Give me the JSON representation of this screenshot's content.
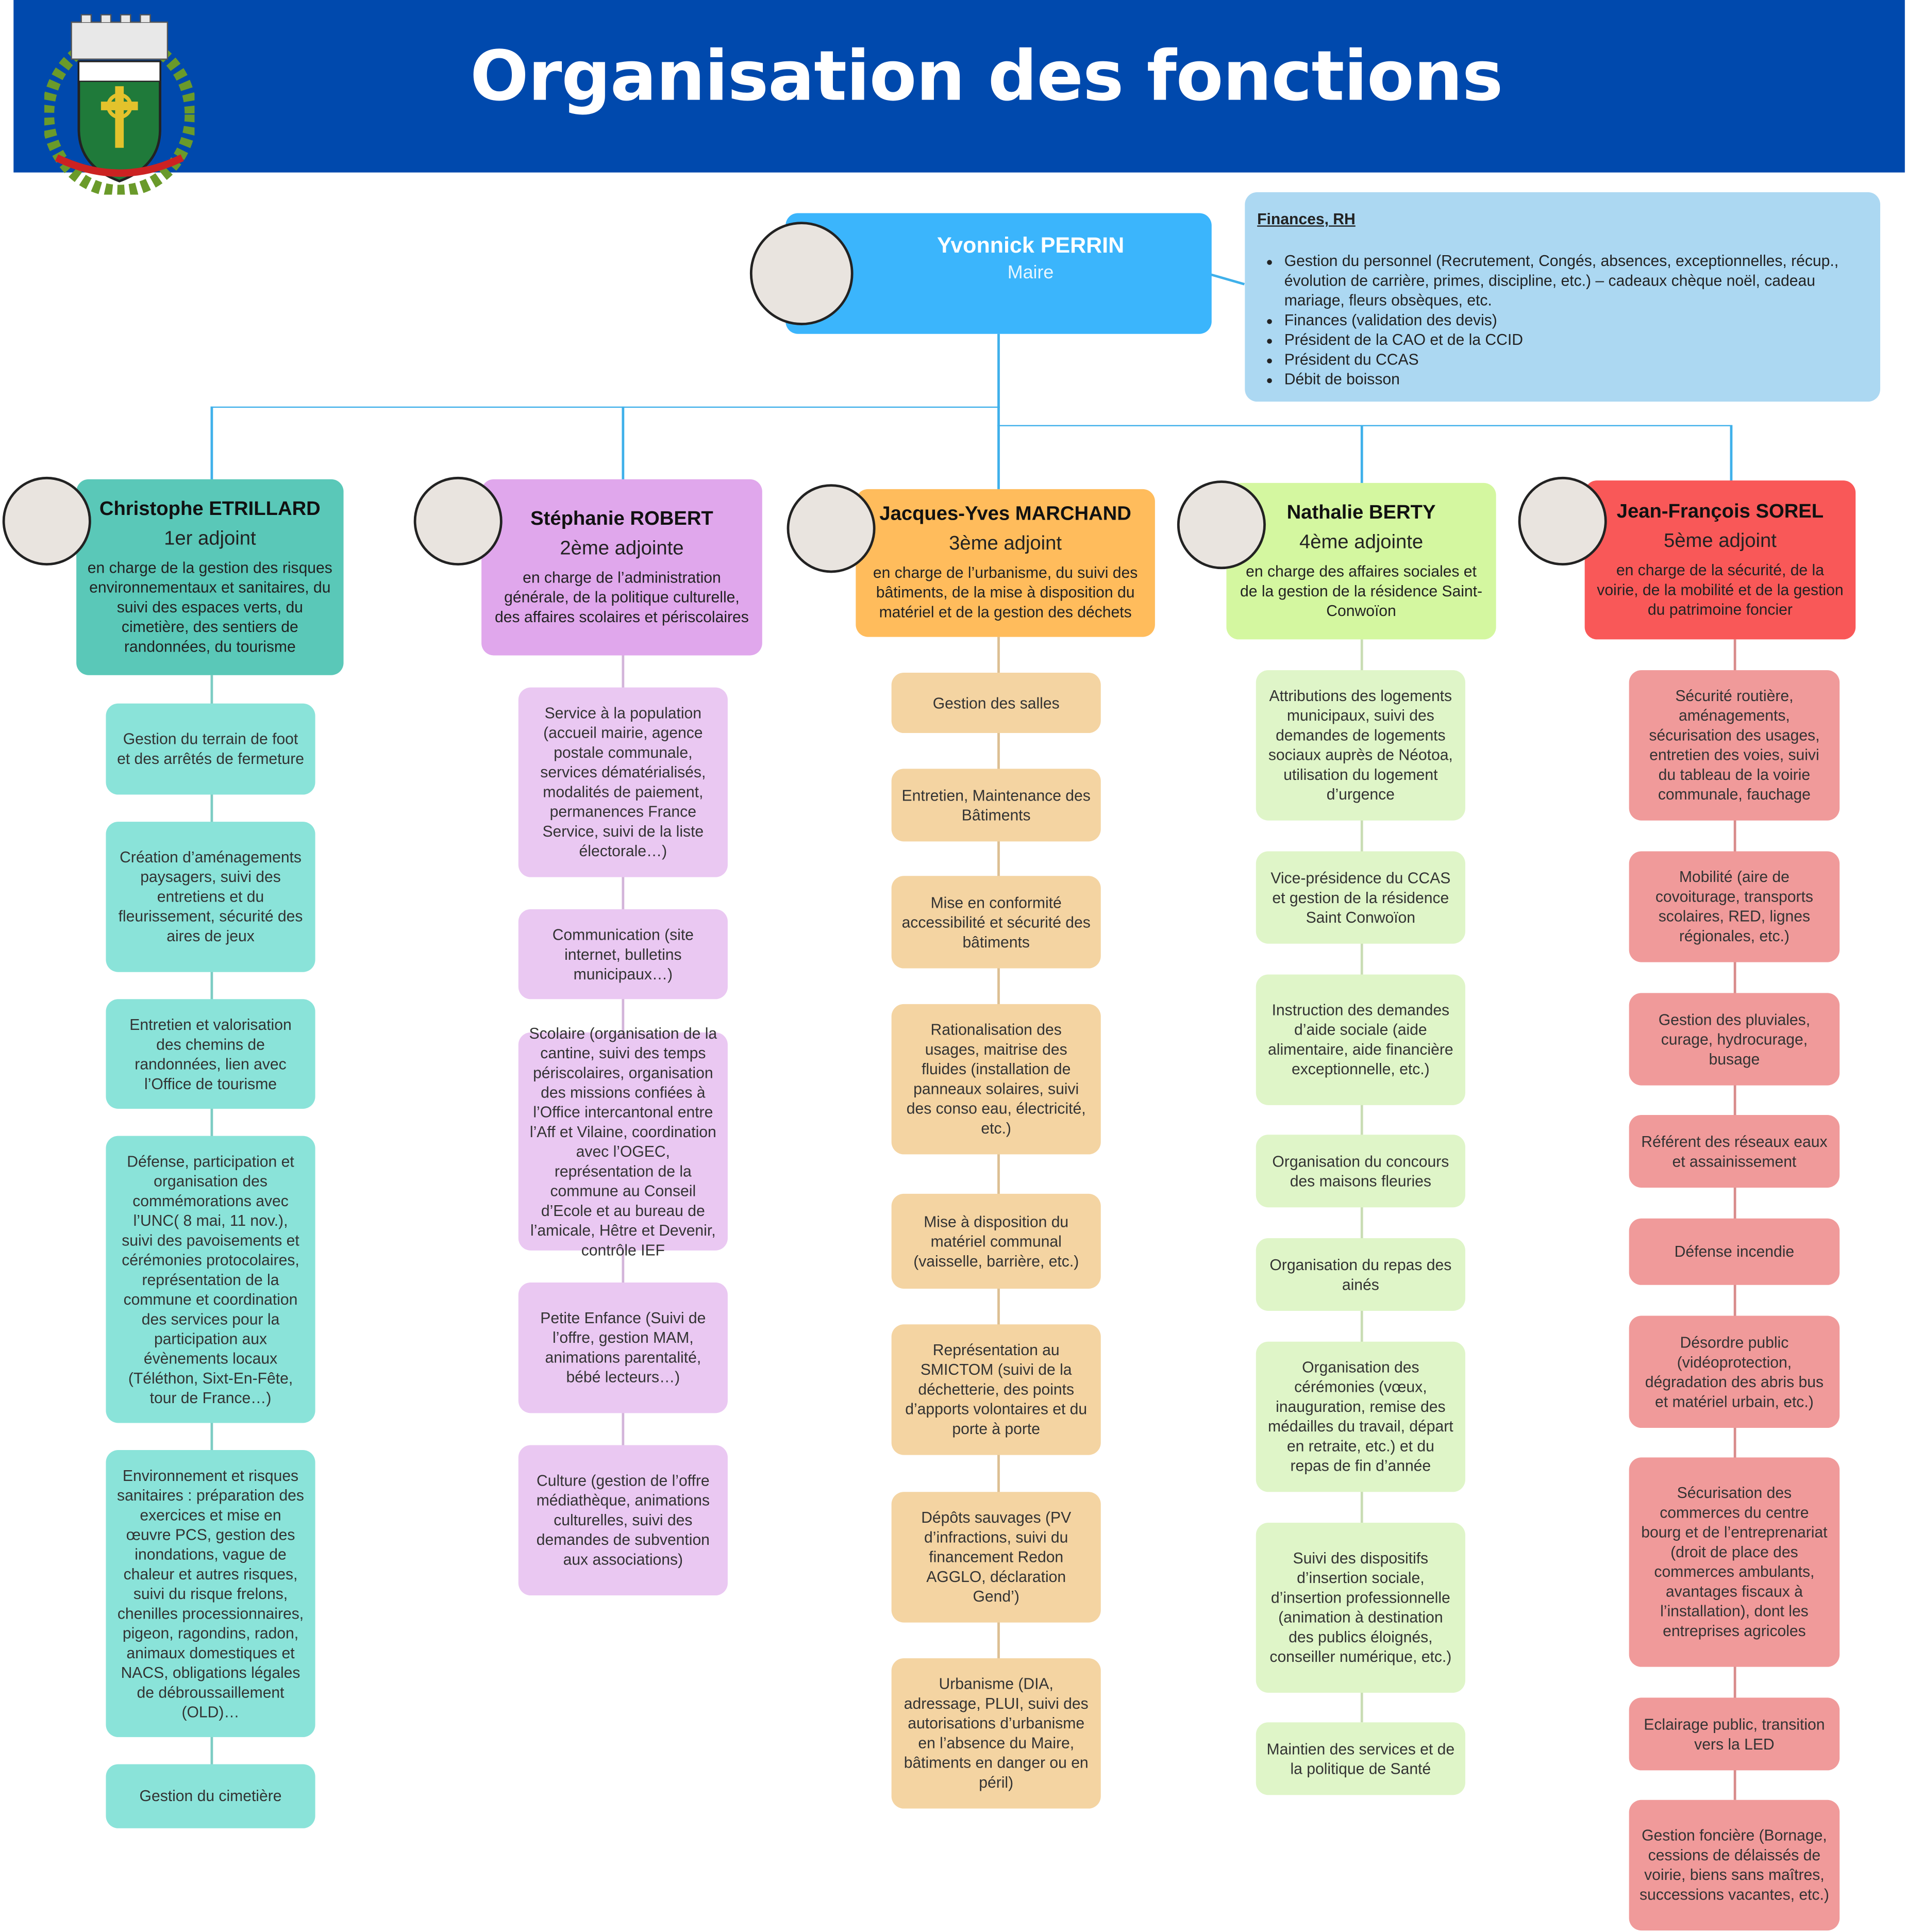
{
  "header": {
    "title": "Organisation des fonctions",
    "bar_color": "#0049ad",
    "crest": "commune-coat-of-arms"
  },
  "mayor": {
    "name": "Yvonnick PERRIN",
    "role": "Maire",
    "color": "#3bb5fc"
  },
  "finances": {
    "title": "Finances, RH",
    "color": "#acd8f2",
    "items": [
      "Gestion du personnel (Recrutement, Congés, absences, exceptionnelles, récup., évolution de carrière, primes, discipline, etc.) – cadeaux chèque noël, cadeau mariage, fleurs obsèques, etc.",
      "Finances (validation des devis)",
      "Président de la CAO et de la CCID",
      "Président du CCAS",
      "Débit de boisson"
    ]
  },
  "adjoints": [
    {
      "name": "Christophe ETRILLARD",
      "role": "1er adjoint",
      "desc": "en charge de la gestion des risques environnementaux et sanitaires, du suivi des espaces verts, du cimetière, des sentiers de randonnées, du tourisme",
      "header_color": "#5ac8b8",
      "item_color": "#8ae3d9",
      "items": [
        "Gestion du terrain de foot et des arrêtés de fermeture",
        "Création d’aménagements paysagers, suivi des entretiens et du fleurissement, sécurité des aires de jeux",
        "Entretien et valorisation des chemins de randonnées, lien avec l’Office de tourisme",
        "Défense, participation et organisation des commémorations avec l’UNC( 8 mai, 11 nov.), suivi des pavoisements et cérémonies protocolaires, représentation de la commune et coordination des services pour la participation aux évènements locaux (Téléthon, Sixt-En-Fête, tour de France…)",
        "Environnement et risques sanitaires : préparation des exercices et mise en œuvre PCS, gestion des inondations, vague de chaleur et autres risques, suivi du risque frelons, chenilles processionnaires, pigeon, ragondins, radon, animaux domestiques et NACS, obligations légales de débroussaillement (OLD)…",
        "Gestion du cimetière"
      ]
    },
    {
      "name": "Stéphanie ROBERT",
      "role": "2ème adjointe",
      "desc": "en charge de l’administration générale, de la politique culturelle, des affaires scolaires et périscolaires",
      "header_color": "#e0a7ec",
      "item_color": "#eac8f2",
      "items": [
        "Service à la population (accueil mairie, agence postale communale, services dématérialisés, modalités de paiement, permanences France Service, suivi de la liste électorale…)",
        "Communication (site internet, bulletins municipaux…)",
        "Scolaire (organisation de la cantine, suivi des temps périscolaires, organisation des missions confiées à l’Office intercantonal entre l’Aff et Vilaine, coordination avec l’OGEC, représentation de la commune au Conseil d’Ecole et au bureau de l’amicale, Hêtre et Devenir, contrôle IEF",
        "Petite Enfance (Suivi de l’offre, gestion MAM, animations parentalité, bébé lecteurs…)",
        "Culture (gestion de l’offre médiathèque, animations culturelles, suivi des demandes de subvention aux associations)"
      ]
    },
    {
      "name": "Jacques-Yves MARCHAND",
      "role": "3ème adjoint",
      "desc": "en charge de l’urbanisme, du suivi des bâtiments, de la mise à disposition du matériel et de la gestion des déchets",
      "header_color": "#ffbc5c",
      "item_color": "#f4d4a2",
      "items": [
        "Gestion des salles",
        "Entretien, Maintenance des Bâtiments",
        "Mise en conformité accessibilité et sécurité des bâtiments",
        "Rationalisation des usages, maitrise des fluides (installation de panneaux solaires, suivi des conso eau, électricité, etc.)",
        "Mise à disposition du matériel communal (vaisselle, barrière, etc.)",
        "Représentation au SMICTOM (suivi de la déchetterie, des points d’apports volontaires et du porte à porte",
        "Dépôts sauvages (PV d’infractions, suivi du financement Redon AGGLO, déclaration Gend’)",
        "Urbanisme (DIA, adressage, PLUI, suivi des autorisations d’urbanisme en l’absence du Maire, bâtiments en danger ou en péril)"
      ]
    },
    {
      "name": "Nathalie BERTY",
      "role": "4ème adjointe",
      "desc": "en charge des affaires sociales et de la gestion de la résidence Saint-Conwoïon",
      "header_color": "#d4f7a0",
      "item_color": "#dff5c8",
      "items": [
        "Attributions des logements municipaux, suivi des demandes de logements sociaux auprès de Néotoa, utilisation du logement d’urgence",
        "Vice-présidence du CCAS et gestion de la résidence Saint Conwoïon",
        "Instruction des demandes d’aide sociale (aide alimentaire, aide financière exceptionnelle, etc.)",
        "Organisation du concours des maisons fleuries",
        "Organisation du repas des ainés",
        "Organisation des cérémonies (vœux, inauguration, remise des médailles du travail, départ en retraite, etc.) et du repas de fin d’année",
        "Suivi des dispositifs d’insertion sociale, d’insertion professionnelle (animation à destination des publics éloignés, conseiller numérique, etc.)",
        "Maintien des services et de la politique de Santé"
      ]
    },
    {
      "name": "Jean-François SOREL",
      "role": "5ème adjoint",
      "desc": "en charge de la sécurité, de la voirie, de la mobilité et de la gestion du patrimoine foncier",
      "header_color": "#f95858",
      "item_color": "#f09a9a",
      "items": [
        "Sécurité routière, aménagements, sécurisation des usages, entretien des voies, suivi du tableau de la voirie communale, fauchage",
        "Mobilité (aire de covoiturage, transports scolaires, RED, lignes régionales, etc.)",
        "Gestion des pluviales, curage, hydrocurage, busage",
        "Référent des réseaux eaux et assainissement",
        "Défense incendie",
        "Désordre public (vidéoprotection, dégradation des abris bus et matériel urbain, etc.)",
        "Sécurisation des commerces du centre bourg et de l’entreprenariat (droit de place des commerces ambulants, avantages fiscaux à l’installation), dont les entreprises agricoles",
        "Eclairage public, transition vers la LED",
        "Gestion foncière (Bornage, cessions de délaissés de voirie, biens sans maîtres, successions vacantes, etc.)"
      ]
    }
  ]
}
